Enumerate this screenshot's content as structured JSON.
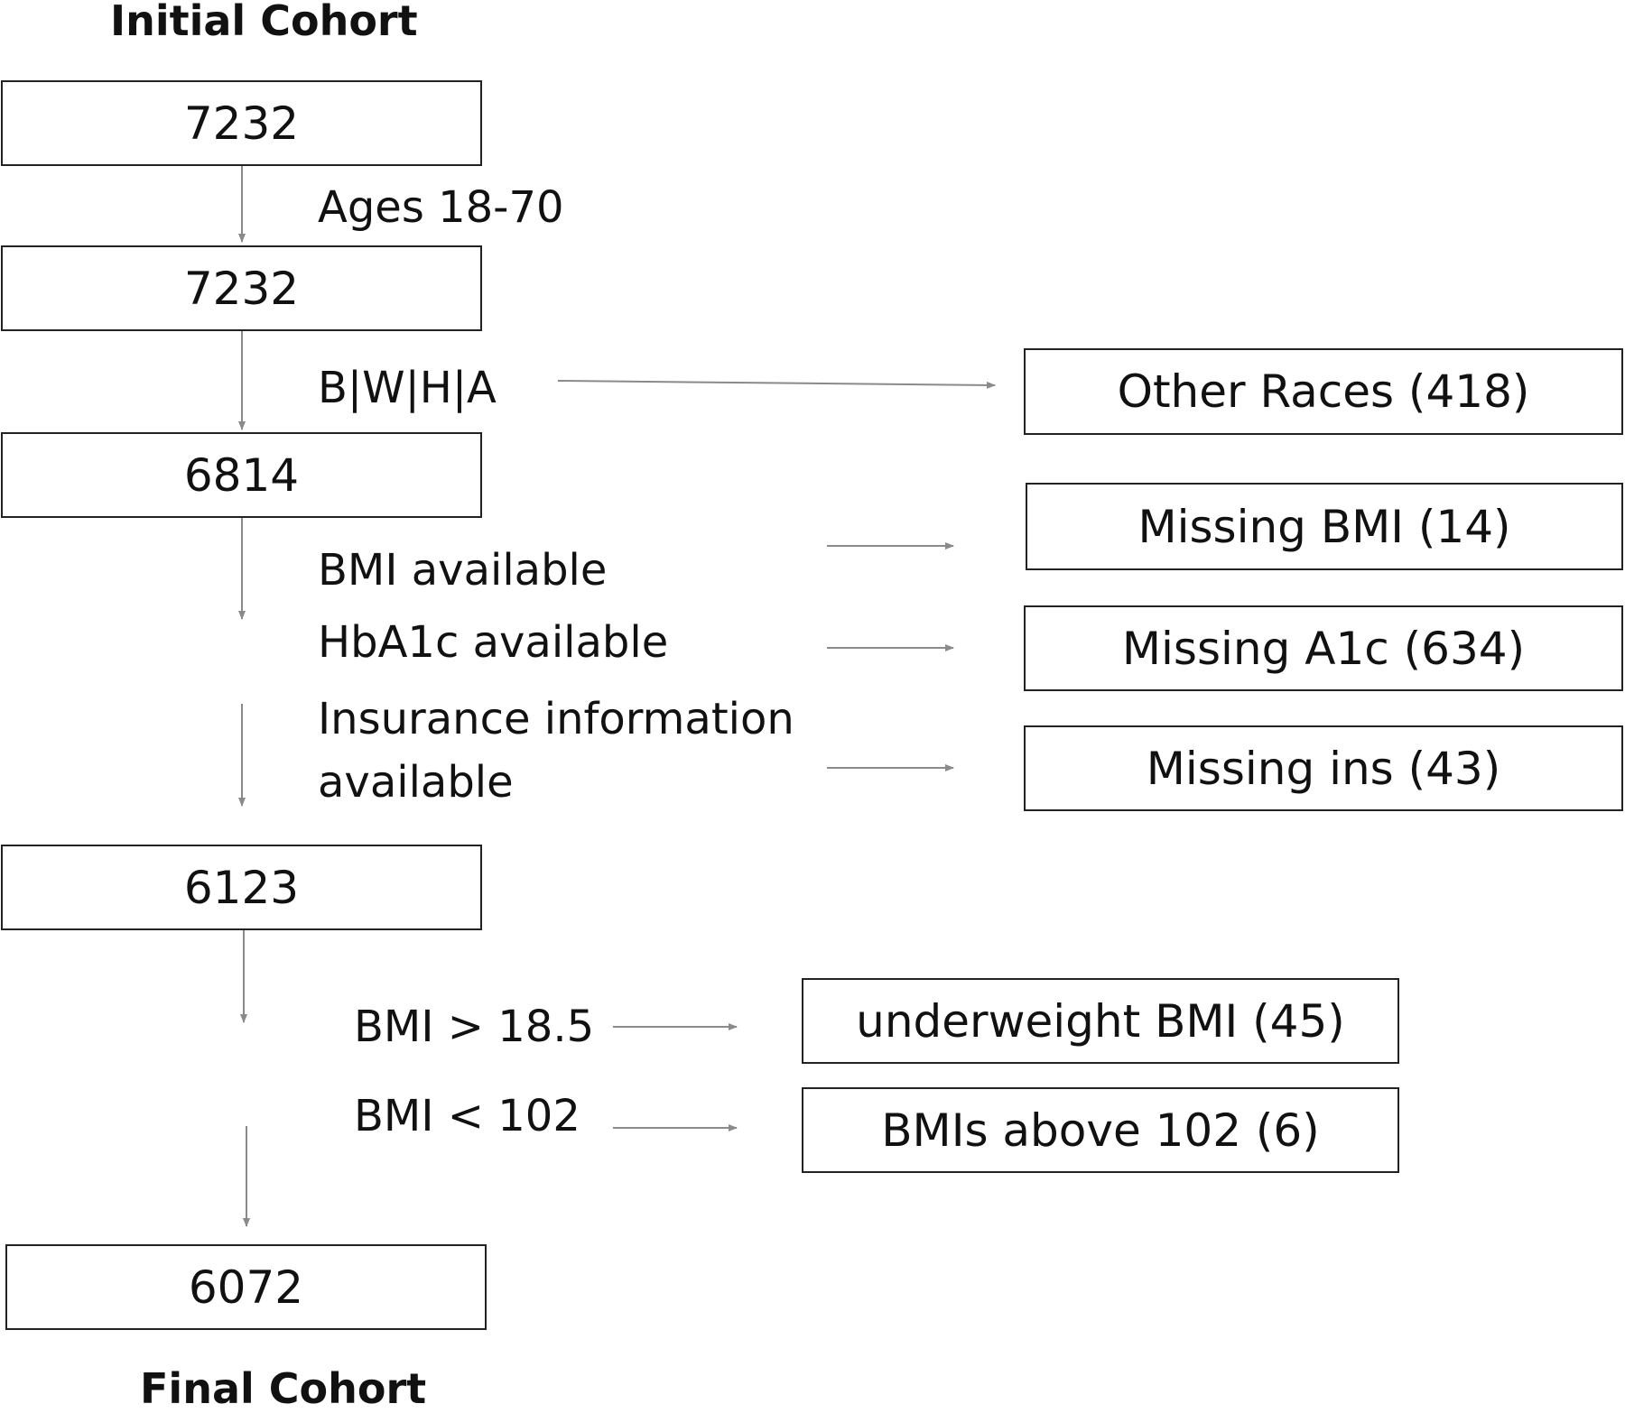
{
  "headings": {
    "initial": "Initial Cohort",
    "final": "Final Cohort"
  },
  "cohort_counts": [
    "7232",
    "7232",
    "6814",
    "6123",
    "6072"
  ],
  "criteria": {
    "ages": "Ages 18-70",
    "race": "B|W|H|A",
    "bmi_available": "BMI available",
    "hba1c_available": "HbA1c available",
    "insurance_line1": "Insurance information",
    "insurance_line2": "available",
    "bmi_min": "BMI > 18.5",
    "bmi_max": "BMI < 102"
  },
  "exclusions": {
    "other_races": "Other Races (418)",
    "missing_bmi": "Missing BMI (14)",
    "missing_a1c": "Missing A1c (634)",
    "missing_ins": "Missing ins (43)",
    "underweight": "underweight BMI (45)",
    "above_102": "BMIs above 102 (6)"
  },
  "colors": {
    "box_border": "#222222",
    "arrow": "#8a8a8a",
    "text": "#111111"
  }
}
